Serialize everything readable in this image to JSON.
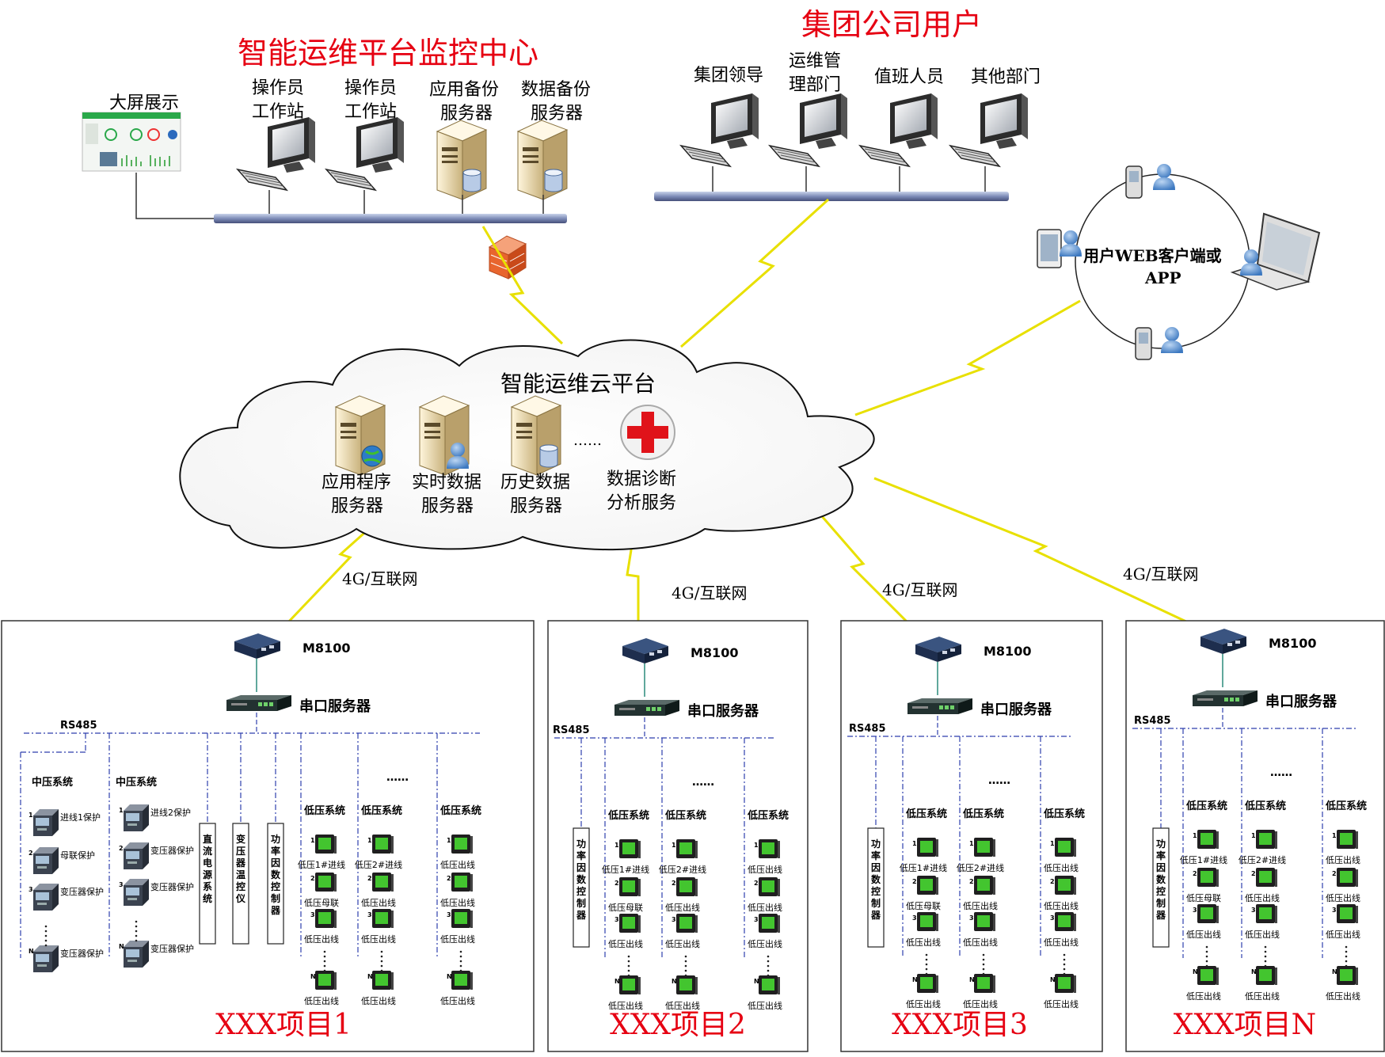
{
  "monitor_center": {
    "title": "智能运维平台监控中心",
    "big_screen": "大屏展示",
    "nodes": [
      {
        "line1": "操作员",
        "line2": "工作站"
      },
      {
        "line1": "操作员",
        "line2": "工作站"
      },
      {
        "line1": "应用备份",
        "line2": "服务器"
      },
      {
        "line1": "数据备份",
        "line2": "服务器"
      }
    ]
  },
  "group_users": {
    "title": "集团公司用户",
    "nodes": [
      {
        "line1": "集团领导",
        "line2": ""
      },
      {
        "line1": "运维管",
        "line2": "理部门"
      },
      {
        "line1": "值班人员",
        "line2": ""
      },
      {
        "line1": "其他部门",
        "line2": ""
      }
    ]
  },
  "web_client": {
    "line1": "用户WEB客户端或",
    "line2": "APP"
  },
  "cloud": {
    "title": "智能运维云平台",
    "ellipsis": "……",
    "services": [
      {
        "line1": "应用程序",
        "line2": "服务器"
      },
      {
        "line1": "实时数据",
        "line2": "服务器"
      },
      {
        "line1": "历史数据",
        "line2": "服务器"
      },
      {
        "line1": "数据诊断",
        "line2": "分析服务"
      }
    ]
  },
  "link_label": "4G/互联网",
  "common": {
    "gateway": "M8100",
    "serial_server": "串口服务器",
    "bus": "RS485",
    "mv_system": "中压系统",
    "lv_system": "低压系统",
    "pf_controller": "功率因数控制器",
    "dc_power": "直流电源系统",
    "temp_controller": "变压器温控仪",
    "dots": "……",
    "vdots": "⋮"
  },
  "mv_col1": [
    {
      "num": "1",
      "label": "进线1保护"
    },
    {
      "num": "2",
      "label": "母联保护"
    },
    {
      "num": "3",
      "label": "变压器保护"
    },
    {
      "num": "N",
      "label": "变压器保护"
    }
  ],
  "mv_col2": [
    {
      "num": "1",
      "label": "进线2保护"
    },
    {
      "num": "2",
      "label": "变压器保护"
    },
    {
      "num": "3",
      "label": "变压器保护"
    },
    {
      "num": "N",
      "label": "变压器保护"
    }
  ],
  "lv_col_a": [
    {
      "num": "1",
      "label": "低压1#进线"
    },
    {
      "num": "2",
      "label": "低压母联"
    },
    {
      "num": "3",
      "label": "低压出线"
    },
    {
      "num": "N",
      "label": "低压出线"
    }
  ],
  "lv_col_b": [
    {
      "num": "1",
      "label": "低压2#进线"
    },
    {
      "num": "2",
      "label": "低压出线"
    },
    {
      "num": "3",
      "label": "低压出线"
    },
    {
      "num": "N",
      "label": "低压出线"
    }
  ],
  "lv_col_c": [
    {
      "num": "1",
      "label": "低压出线"
    },
    {
      "num": "2",
      "label": "低压出线"
    },
    {
      "num": "3",
      "label": "低压出线"
    },
    {
      "num": "N",
      "label": "低压出线"
    }
  ],
  "projects": [
    "XXX项目1",
    "XXX项目2",
    "XXX项目3",
    "XXX项目N"
  ],
  "colors": {
    "title_red": "#e60012",
    "bolt": "#f4f000",
    "bus_blue": "#2e3fae",
    "meter_green": "#3fbf2e"
  }
}
